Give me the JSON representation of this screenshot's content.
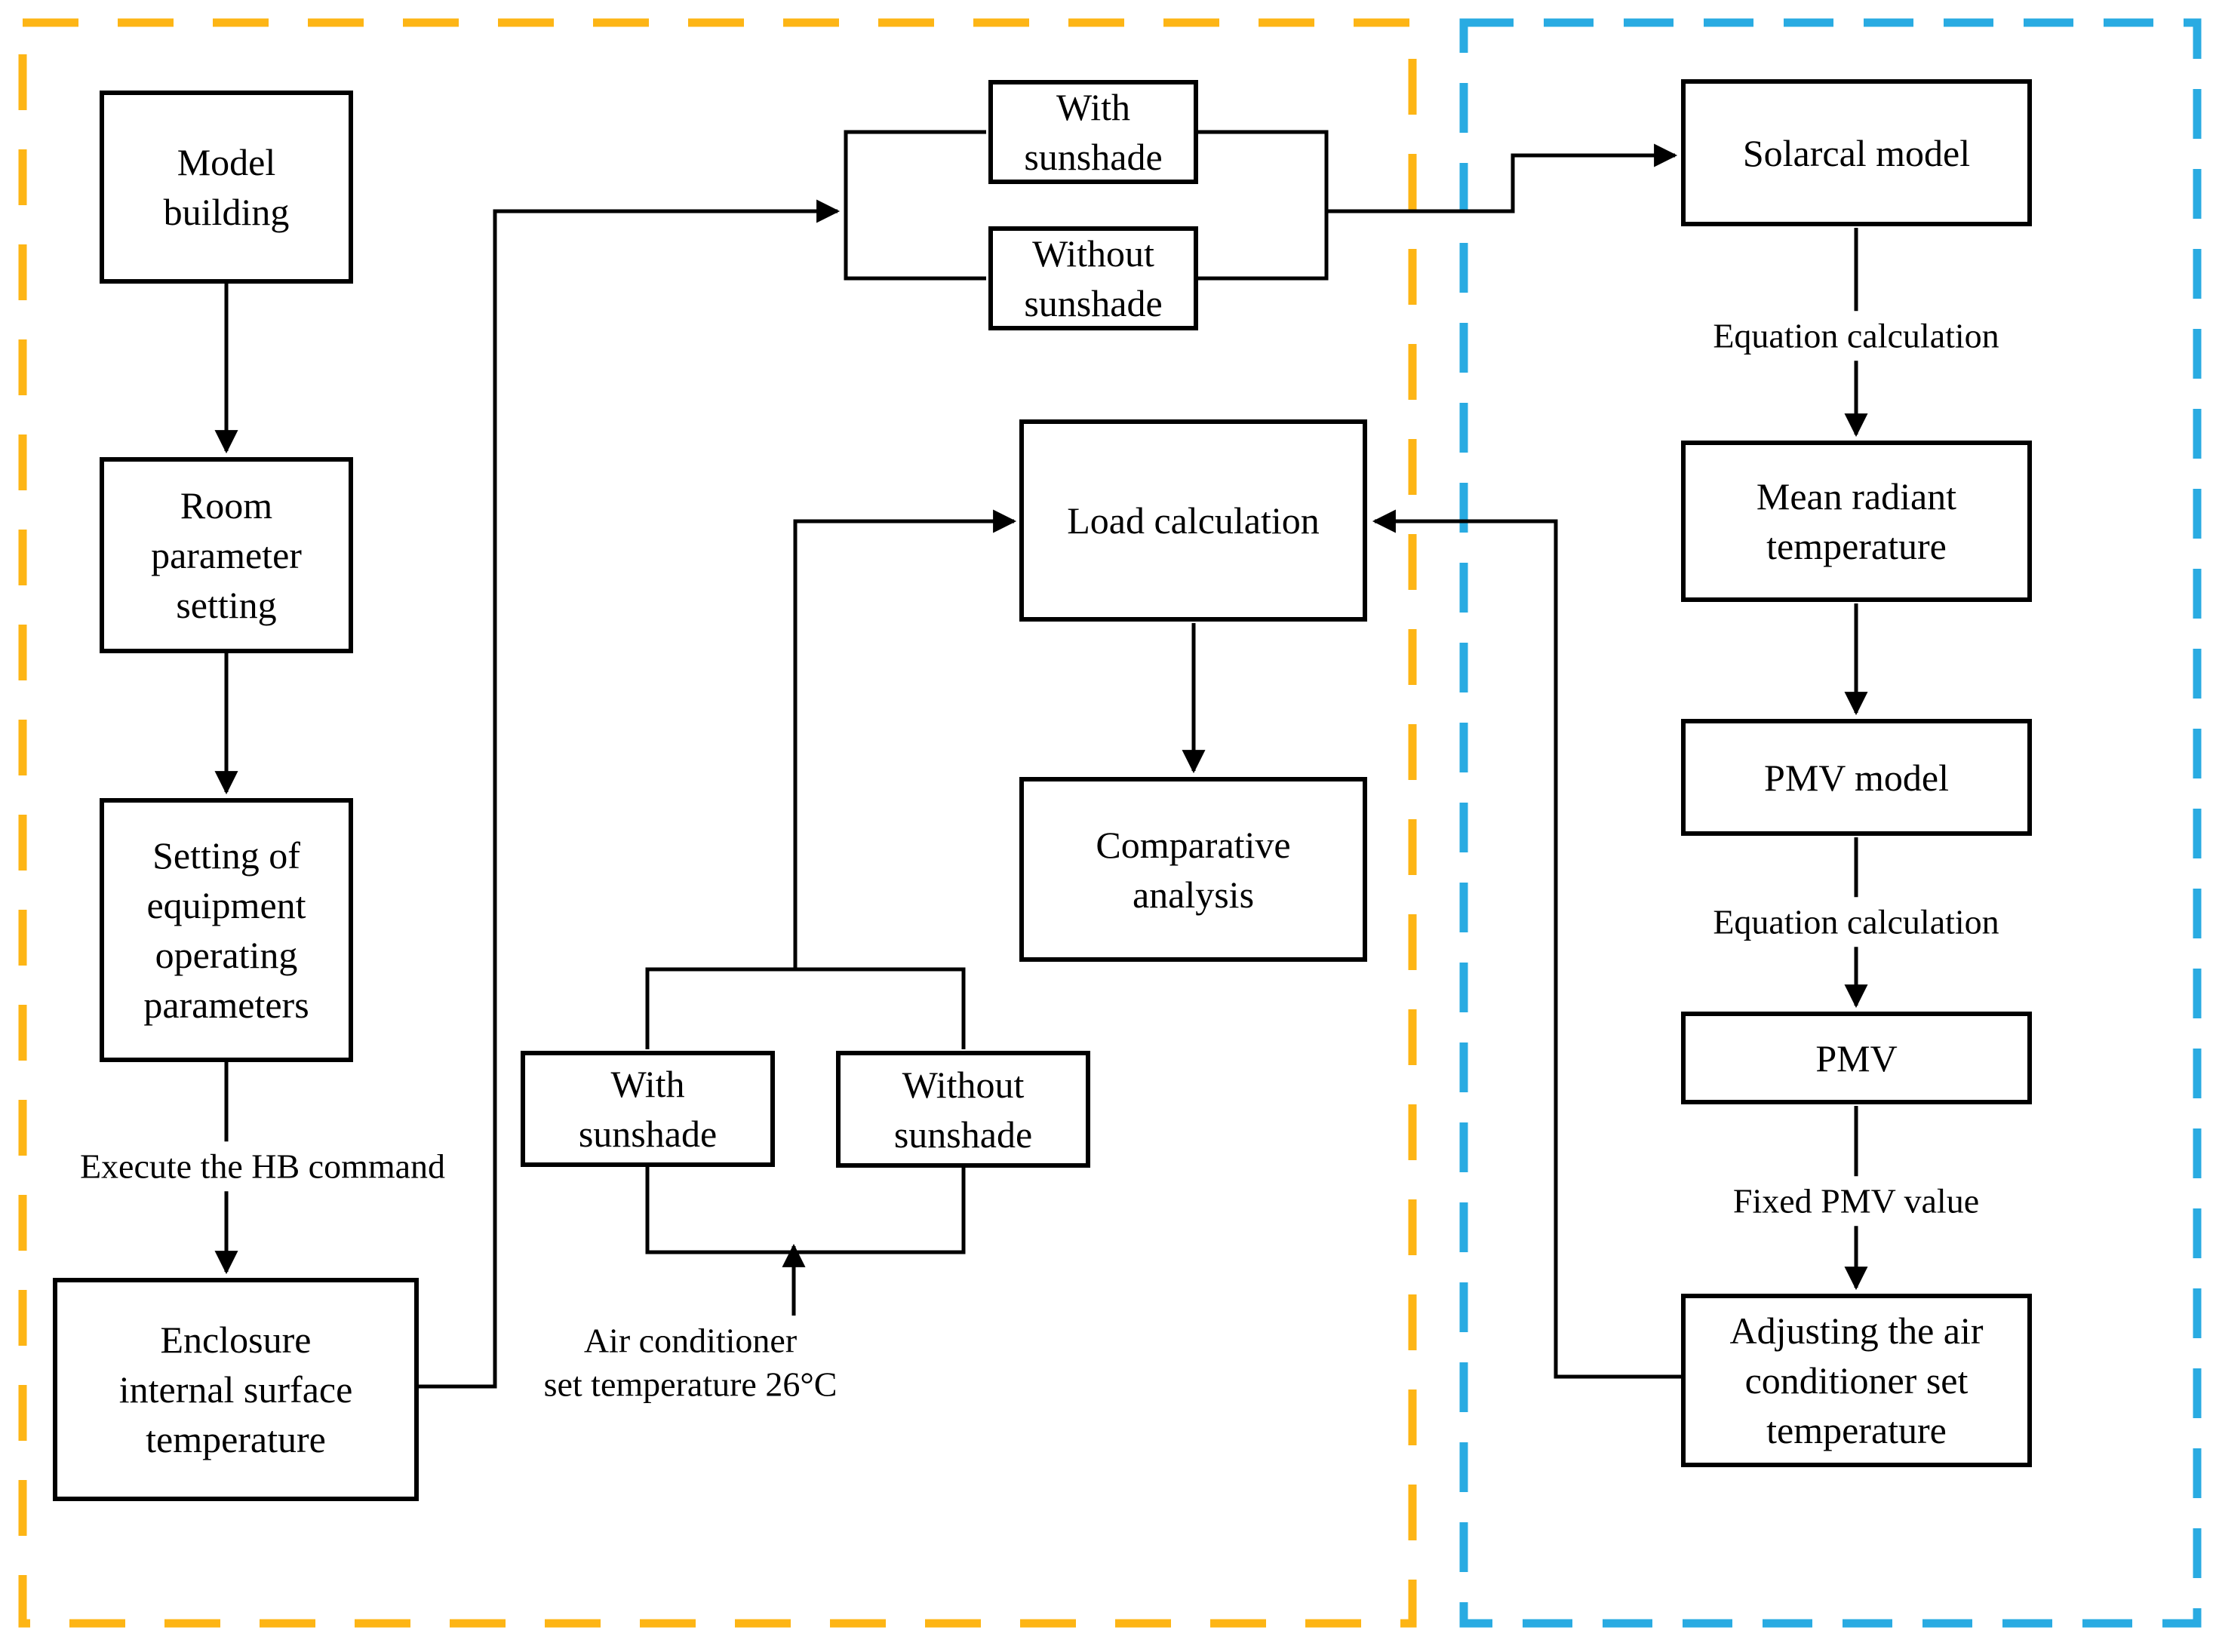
{
  "figure": {
    "type": "flowchart",
    "description": "Simulation workflow flowchart with two dashed regions"
  },
  "colors": {
    "yellow_border": "#FDB515",
    "blue_border": "#29ABE2",
    "line": "#000000",
    "background": "#FFFFFF"
  },
  "nodes": {
    "model_building": "Model\nbuilding",
    "room_parameter": "Room\nparameter\nsetting",
    "equipment_operating": "Setting of\nequipment\noperating\nparameters",
    "enclosure": "Enclosure\ninternal surface\ntemperature",
    "with_sunshade_top": "With\nsunshade",
    "without_sunshade_top": "Without\nsunshade",
    "load_calculation": "Load calculation",
    "comparative_analysis": "Comparative\nanalysis",
    "with_sunshade_bottom": "With\nsunshade",
    "without_sunshade_bottom": "Without\nsunshade",
    "solarcal_model": "Solarcal model",
    "mean_radiant": "Mean radiant\ntemperature",
    "pmv_model": "PMV model",
    "pmv": "PMV",
    "adjusting": "Adjusting the air\nconditioner set\ntemperature"
  },
  "edge_labels": {
    "execute_hb": "Execute the HB command",
    "equation_calculation_1": "Equation calculation",
    "equation_calculation_2": "Equation calculation",
    "fixed_pmv": "Fixed PMV value",
    "air_conditioner": "Air conditioner\nset temperature 26°C"
  }
}
